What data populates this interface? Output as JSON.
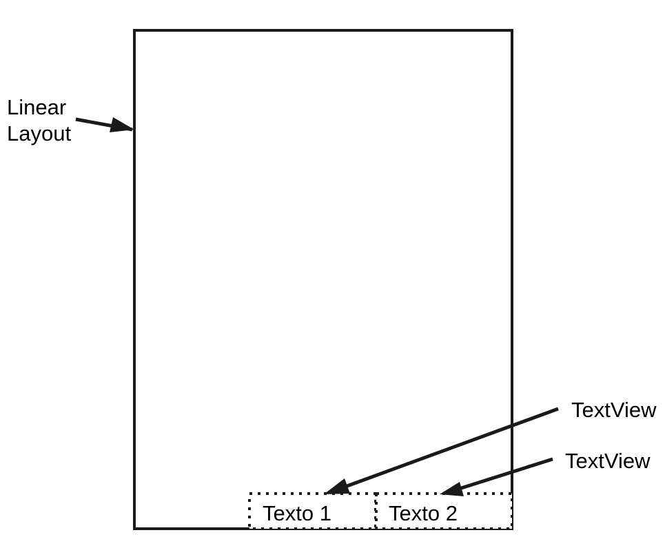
{
  "labels": {
    "linear_layout_line1": "Linear",
    "linear_layout_line2": "Layout",
    "textview_1": "TextView",
    "textview_2": "TextView",
    "texto_1": "Texto 1",
    "texto_2": "Texto 2"
  },
  "colors": {
    "stroke": "#1a1a1a",
    "background": "#ffffff"
  }
}
